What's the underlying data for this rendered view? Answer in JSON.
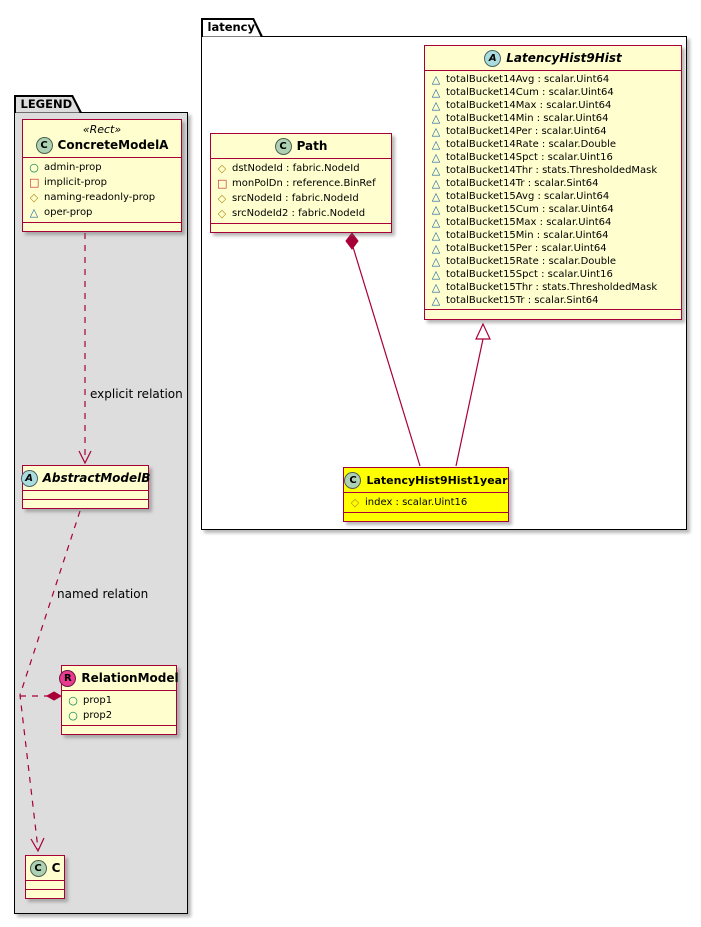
{
  "icons": {
    "circle": "○",
    "square": "□",
    "diamond": "◇",
    "triangle": "△"
  },
  "colors": {
    "class_border": "#A80036",
    "class_bg": "#FEFECE",
    "highlight_bg": "#FFFF00",
    "legend_bg": "#DDDDDD",
    "pkg_border": "#000000",
    "edge_color": "#A80036",
    "spot_class": "#ADD1B2",
    "spot_abstract": "#A9DCDF",
    "spot_relation": "#E83A8E",
    "icon_green": "#038048",
    "icon_red": "#C82930",
    "icon_orange": "#B38D22",
    "icon_blue": "#1963A0"
  },
  "legend_package": {
    "title": "LEGEND",
    "concrete_model_a": {
      "stereotype": "«Rect»",
      "spot": "C",
      "name": "ConcreteModelA",
      "fields": [
        {
          "icon": "circle",
          "text": "admin-prop"
        },
        {
          "icon": "square",
          "text": "implicit-prop"
        },
        {
          "icon": "diamond",
          "text": "naming-readonly-prop"
        },
        {
          "icon": "triangle",
          "text": "oper-prop"
        }
      ]
    },
    "abstract_model_b": {
      "spot": "A",
      "name": "AbstractModelB"
    },
    "relation_model": {
      "spot": "R",
      "name": "RelationModel",
      "fields": [
        {
          "icon": "circle",
          "text": "prop1"
        },
        {
          "icon": "circle",
          "text": "prop2"
        }
      ]
    },
    "class_c": {
      "spot": "C",
      "name": "C"
    },
    "labels": {
      "explicit": "explicit relation",
      "named": "named relation"
    }
  },
  "latency_package": {
    "title": "latency",
    "hist_class": {
      "spot": "A",
      "name": "LatencyHist9Hist",
      "fields": [
        {
          "icon": "triangle",
          "text": "totalBucket14Avg : scalar.Uint64"
        },
        {
          "icon": "triangle",
          "text": "totalBucket14Cum : scalar.Uint64"
        },
        {
          "icon": "triangle",
          "text": "totalBucket14Max : scalar.Uint64"
        },
        {
          "icon": "triangle",
          "text": "totalBucket14Min : scalar.Uint64"
        },
        {
          "icon": "triangle",
          "text": "totalBucket14Per : scalar.Uint64"
        },
        {
          "icon": "triangle",
          "text": "totalBucket14Rate : scalar.Double"
        },
        {
          "icon": "triangle",
          "text": "totalBucket14Spct : scalar.Uint16"
        },
        {
          "icon": "triangle",
          "text": "totalBucket14Thr : stats.ThresholdedMask"
        },
        {
          "icon": "triangle",
          "text": "totalBucket14Tr : scalar.Sint64"
        },
        {
          "icon": "triangle",
          "text": "totalBucket15Avg : scalar.Uint64"
        },
        {
          "icon": "triangle",
          "text": "totalBucket15Cum : scalar.Uint64"
        },
        {
          "icon": "triangle",
          "text": "totalBucket15Max : scalar.Uint64"
        },
        {
          "icon": "triangle",
          "text": "totalBucket15Min : scalar.Uint64"
        },
        {
          "icon": "triangle",
          "text": "totalBucket15Per : scalar.Uint64"
        },
        {
          "icon": "triangle",
          "text": "totalBucket15Rate : scalar.Double"
        },
        {
          "icon": "triangle",
          "text": "totalBucket15Spct : scalar.Uint16"
        },
        {
          "icon": "triangle",
          "text": "totalBucket15Thr : stats.ThresholdedMask"
        },
        {
          "icon": "triangle",
          "text": "totalBucket15Tr : scalar.Sint64"
        }
      ]
    },
    "path_class": {
      "spot": "C",
      "name": "Path",
      "fields": [
        {
          "icon": "diamond",
          "text": "dstNodeId : fabric.NodeId"
        },
        {
          "icon": "square",
          "text": "monPolDn : reference.BinRef"
        },
        {
          "icon": "diamond",
          "text": "srcNodeId : fabric.NodeId"
        },
        {
          "icon": "diamond",
          "text": "srcNodeId2 : fabric.NodeId"
        }
      ]
    },
    "year_class": {
      "spot": "C",
      "name": "LatencyHist9Hist1year",
      "fields": [
        {
          "icon": "diamond",
          "text": "index : scalar.Uint16"
        }
      ]
    }
  }
}
